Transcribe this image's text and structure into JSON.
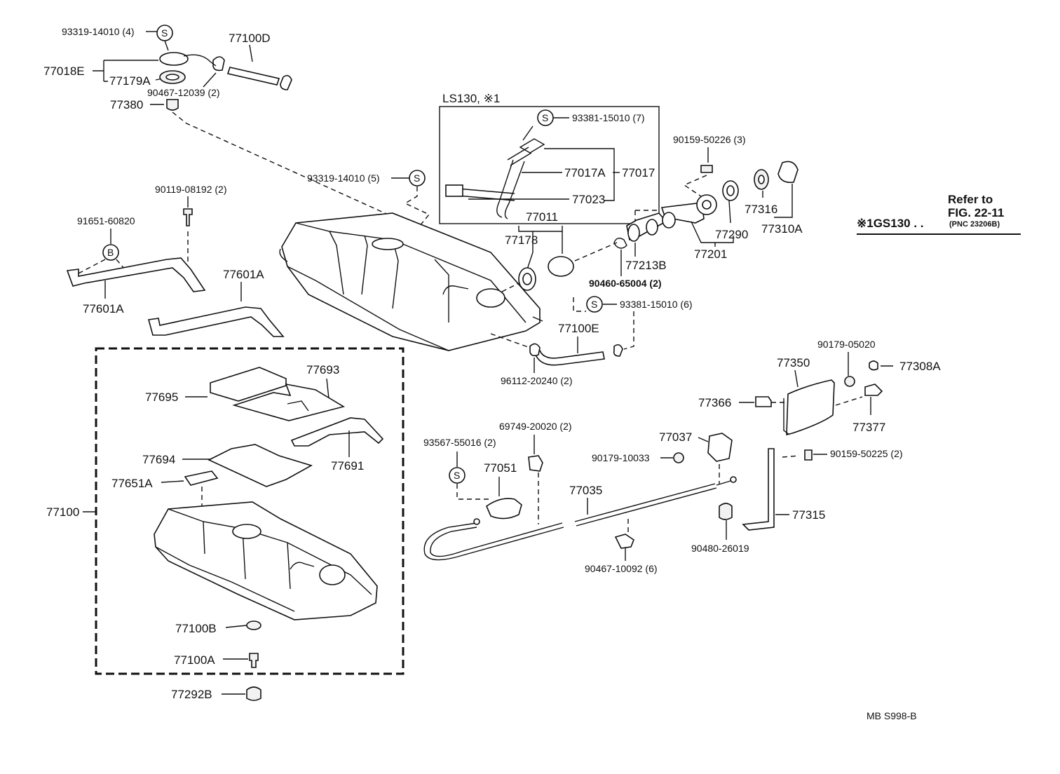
{
  "diagram": {
    "variant_box_title": "LS130, ※1",
    "note_refer_line1": "Refer to",
    "note_refer_line2": "FIG. 22-11",
    "note_gs130": "※1GS130 . .",
    "note_pnc": "(PNC 23206B)",
    "footer_code": "MB S998-B",
    "symbol_s": "S",
    "symbol_b": "B"
  },
  "parts": {
    "p_93319_14010_4": "93319-14010 (4)",
    "p_77100D": "77100D",
    "p_77018E": "77018E",
    "p_77179A": "77179A",
    "p_90467_12039_2": "90467-12039 (2)",
    "p_77380": "77380",
    "p_93381_15010_7": "93381-15010 (7)",
    "p_77017A": "77017A",
    "p_77017": "77017",
    "p_77023": "77023",
    "p_93319_14010_5": "93319-14010 (5)",
    "p_90119_08192_2": "90119-08192 (2)",
    "p_91651_60820": "91651-60820",
    "p_77601A_left": "77601A",
    "p_77601A_right": "77601A",
    "p_77011": "77011",
    "p_77178": "77178",
    "p_90159_50226_3": "90159-50226 (3)",
    "p_77316": "77316",
    "p_77290": "77290",
    "p_77310A": "77310A",
    "p_77201": "77201",
    "p_77213B": "77213B",
    "p_90460_65004_2": "90460-65004 (2)",
    "p_93381_15010_6": "93381-15010 (6)",
    "p_77100E": "77100E",
    "p_96112_20240_2": "96112-20240 (2)",
    "p_77693": "77693",
    "p_77695": "77695",
    "p_77694": "77694",
    "p_77691": "77691",
    "p_77651A": "77651A",
    "p_77100": "77100",
    "p_77100B": "77100B",
    "p_77100A": "77100A",
    "p_77292B": "77292B",
    "p_90179_05020": "90179-05020",
    "p_77350": "77350",
    "p_77308A": "77308A",
    "p_77366": "77366",
    "p_77377": "77377",
    "p_69749_20020_2": "69749-20020 (2)",
    "p_93567_55016_2": "93567-55016 (2)",
    "p_77051": "77051",
    "p_77037": "77037",
    "p_90179_10033": "90179-10033",
    "p_90159_50225_2": "90159-50225 (2)",
    "p_77035": "77035",
    "p_77315": "77315",
    "p_90480_26019": "90480-26019",
    "p_90467_10092_6": "90467-10092 (6)"
  }
}
